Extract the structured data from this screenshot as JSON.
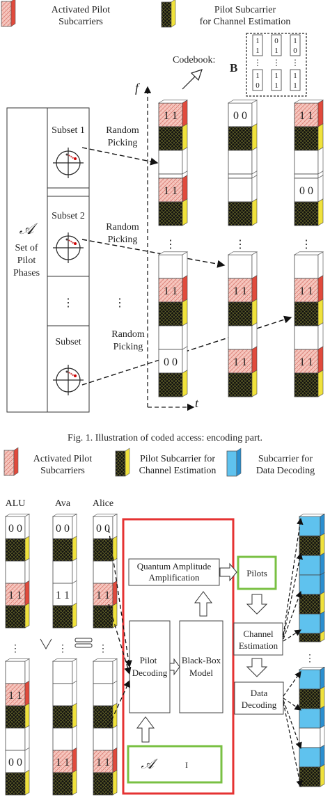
{
  "legend1": {
    "activated": [
      "Activated Pilot",
      "Subcarriers"
    ],
    "estimation": [
      "Pilot Subcarrier",
      "for Channel Estimation"
    ]
  },
  "legend2": {
    "activated": [
      "Activated Pilot",
      "Subcarriers"
    ],
    "estimation": [
      "Pilot Subcarrier for",
      "Channel Estimation"
    ],
    "data": [
      "Subcarrier for",
      "Data Decoding"
    ]
  },
  "fig1": {
    "codebook_label": "Codebook:",
    "codebook_symbol": "B",
    "codebook_rows": [
      [
        "1",
        "0",
        "1"
      ],
      [
        "1",
        "1",
        "0"
      ],
      [
        "1",
        "1",
        "1"
      ],
      [
        "0",
        "1",
        "1"
      ]
    ],
    "axis_f": "f",
    "axis_t": "t",
    "set_symbol": "𝒜",
    "set_label": [
      "Set of",
      "Pilot",
      "Phases"
    ],
    "subsets": [
      "Subset 1",
      "Subset 2",
      "Subset"
    ],
    "random_picking": [
      "Random",
      "Picking"
    ],
    "cells": {
      "col1_a": "1 1",
      "col1_b": "1 1",
      "col1_c": "1 1",
      "col1_d": "0 0",
      "col2_a": "0 0",
      "col2_b": "1 1",
      "col2_c": "1 1",
      "col3_a": "1 1",
      "col3_b": "0 0",
      "col3_c": "1 1",
      "col3_d": "1 1"
    },
    "caption": "Fig. 1.  Illustration of coded access: encoding part."
  },
  "fig2": {
    "users": [
      "ALU",
      "Ava",
      "Alice"
    ],
    "cells": {
      "u1_a": "0 0",
      "u1_b": "1 1",
      "u1_c": "1 1",
      "u1_d": "0 0",
      "u2_a": "0 0",
      "u2_b": "1 1",
      "u2_c": "1 1",
      "u3_a": "0 0",
      "u3_b": "1 1",
      "u3_c": "1 1"
    },
    "qaa": [
      "Quantum Amplitude",
      "Amplification"
    ],
    "pilots": "Pilots",
    "pilot_decoding": [
      "Pilot",
      "Decoding"
    ],
    "black_box": [
      "Black-Box",
      "Model"
    ],
    "channel_estimation": [
      "Channel",
      "Estimation"
    ],
    "data_decoding": [
      "Data",
      "Decoding"
    ],
    "set_symbol": "𝒜",
    "set_mark": "I"
  },
  "colors": {
    "activated": "#f4b8b0",
    "activated_side": "#e14a3c",
    "estimation": "#1d1d1a",
    "estimation_side": "#f0e23c",
    "data": "#5fc2ee",
    "data_side": "#2a8fd0",
    "red_box": "#e53232",
    "green_box": "#79c043"
  }
}
